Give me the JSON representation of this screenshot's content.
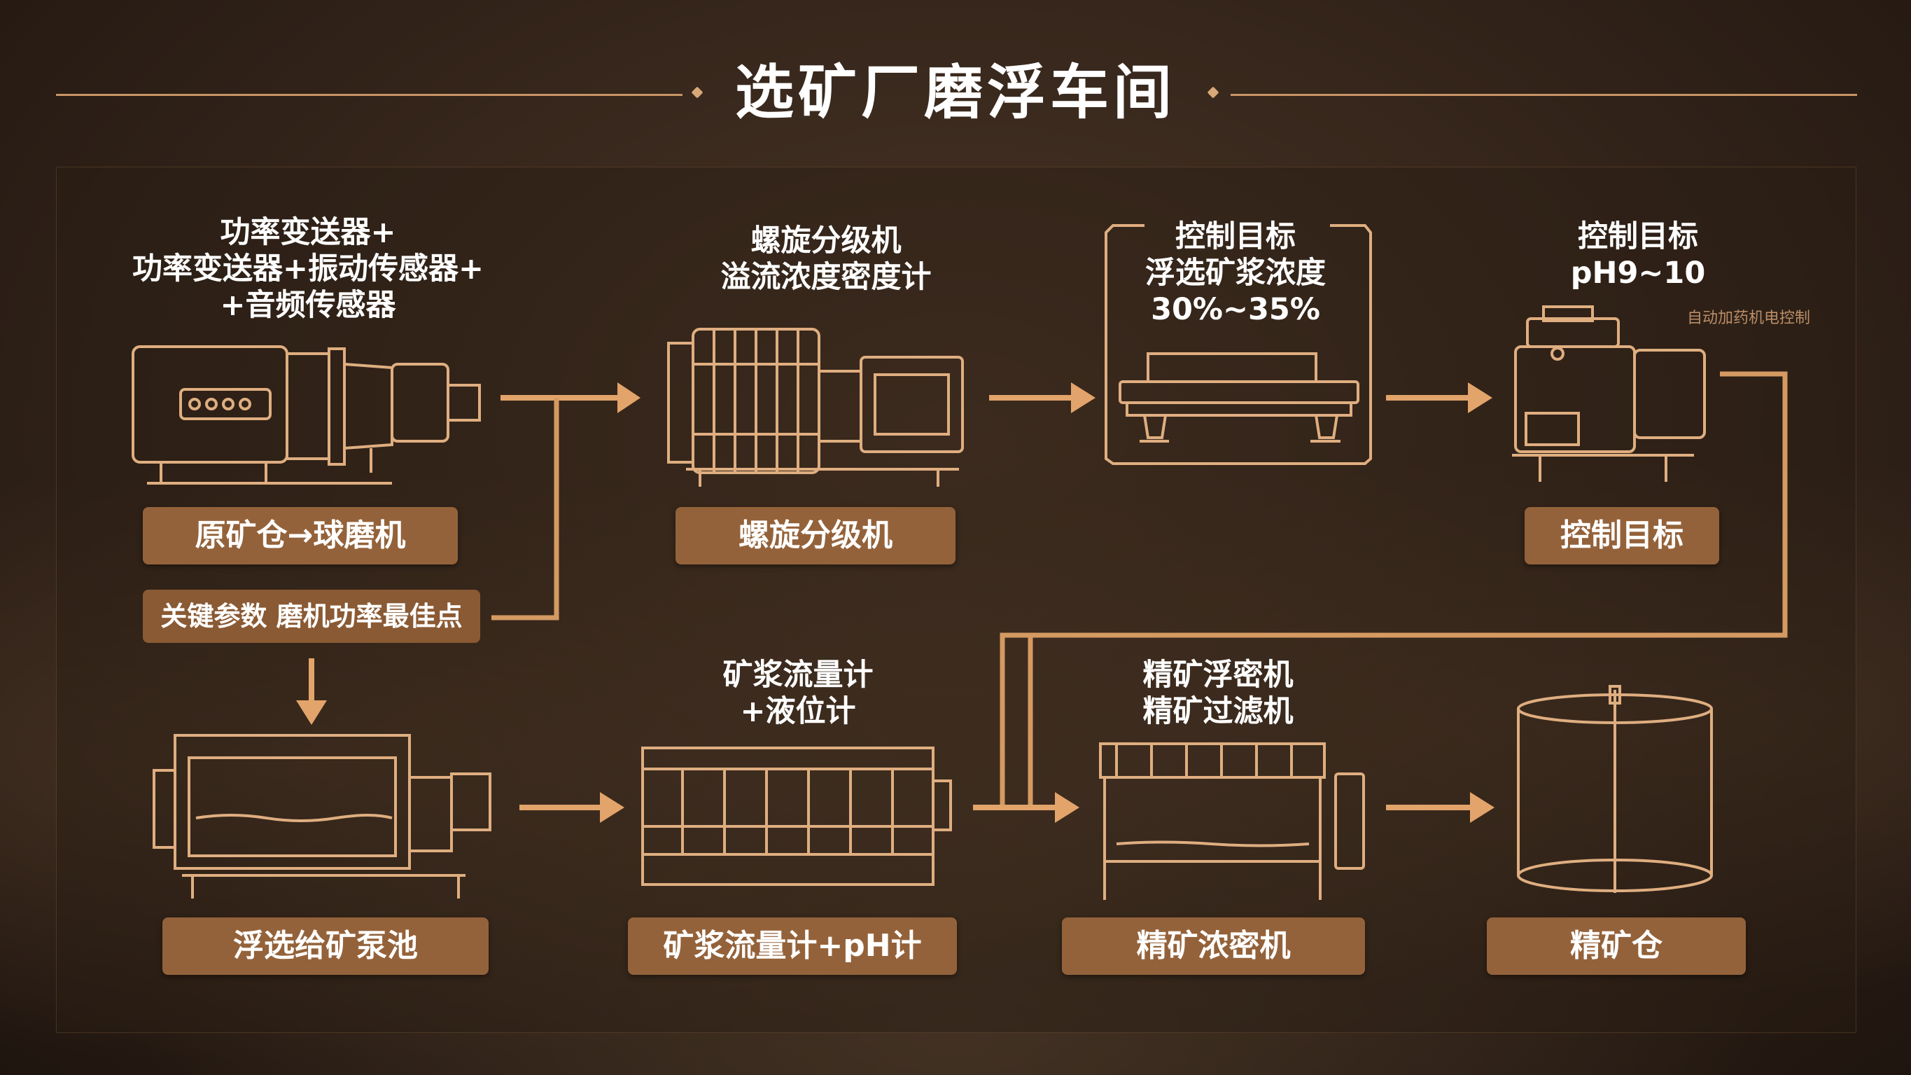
{
  "title": "选矿厂磨浮车间",
  "stages": [
    {
      "top_text": "功率变送器+\n功率变送器+振动传感器+\n+音频传感器",
      "button": "原矿仓→球磨机"
    },
    {
      "top_text": "螺旋分级机\n溢流浓度密度计",
      "button": "螺旋分级机"
    },
    {
      "top_text": "控制目标\n浮选矿浆浓度\n30%~35%",
      "button": ""
    },
    {
      "top_text": "控制目标\npH9~10",
      "button": "控制目标"
    },
    {
      "top_text": "",
      "button": "浮选给矿泵池"
    },
    {
      "top_text": "矿浆流量计\n+液位计",
      "button": "矿浆流量计+pH计"
    },
    {
      "top_text": "精矿浮密机\n精矿过滤机",
      "button": "精矿浓密机"
    },
    {
      "top_text": "",
      "button": "精矿仓"
    }
  ],
  "key_param_note": "关键参数 磨机功率最佳点",
  "small_annotation": "自动加药机电控制",
  "icons": [
    "ball-mill-icon",
    "spiral-classifier-icon",
    "flotation-cell-icon",
    "ph-dosing-machine-icon",
    "pump-sump-icon",
    "flow-meter-tank-icon",
    "thickener-icon",
    "concentrate-silo-icon"
  ],
  "colors": {
    "accent": "#e2a46a",
    "button": "#94623a",
    "line_art": "#dfae80"
  }
}
